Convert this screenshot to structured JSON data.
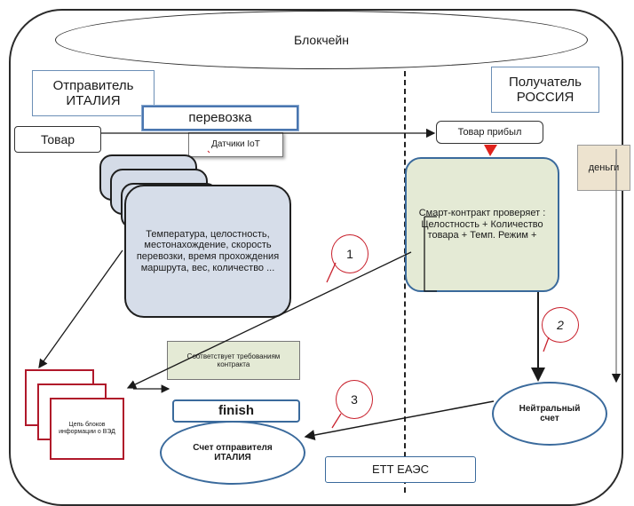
{
  "blockchain": "Блокчейн",
  "sender": "Отправитель ИТАЛИЯ",
  "receiver": "Получатель РОССИЯ",
  "transport": "перевозка",
  "goods": "Товар",
  "sensors": "Датчики IoT",
  "params": "Температура, целостность, местонахождение, скорость перевозки, время прохождения маршрута, вес, количество ...",
  "goods_arrived": "Товар прибыл",
  "smart_contract": "Смарт-контракт проверяет : Целостность + Количество товара + Темп. Режим +",
  "money": "деньги",
  "matches": "Соответствует требованиям контракта",
  "finish": "finish",
  "sender_account": "Счет отправителя ИТАЛИЯ",
  "neutral_account": "Нейтральный счет",
  "ett": "ЕТТ ЕАЭС",
  "chain_doc": "Цепь блоков информации о ВЭД",
  "steps": [
    "1",
    "2",
    "3"
  ]
}
